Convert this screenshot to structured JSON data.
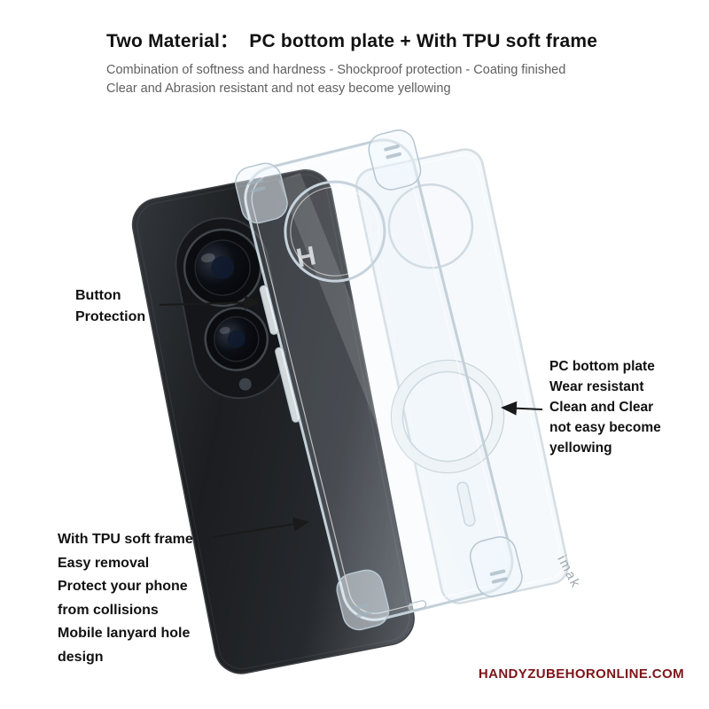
{
  "header": {
    "title": "Two Material：  PC bottom plate + With TPU soft frame",
    "subtitle1": "Combination of softness and hardness - Shockproof protection - Coating finished",
    "subtitle2": "Clear and Abrasion resistant and not easy become yellowing"
  },
  "annotations": {
    "button": {
      "lines": [
        "Button",
        "Protection"
      ]
    },
    "plate": {
      "lines": [
        "PC bottom plate",
        "Wear resistant",
        "Clean and Clear",
        "not easy become",
        "yellowing"
      ]
    },
    "tpu": {
      "lines": [
        "With TPU soft frame",
        "Easy removal",
        "Protect your phone",
        "from collisions",
        "Mobile lanyard hole",
        "design"
      ]
    }
  },
  "product": {
    "phone_logo": "H",
    "case_brand": "imak"
  },
  "watermark": "HANDYZUBEHORONLINE.COM",
  "colors": {
    "title": "#111111",
    "subtitle": "#5f5f5f",
    "annotation": "#111111",
    "watermark": "#7d1418",
    "case_outline": "#c3d0d9",
    "phone_body": "#1b1d20"
  }
}
